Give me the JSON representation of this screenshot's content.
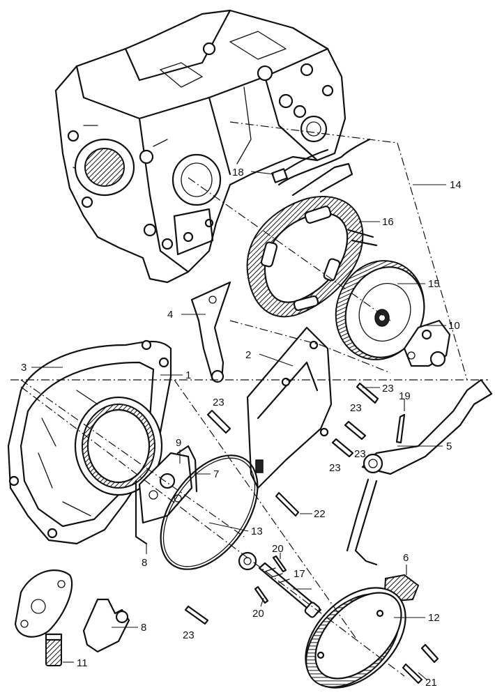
{
  "callouts": [
    {
      "id": "c1",
      "text": "1"
    },
    {
      "id": "c2",
      "text": "2"
    },
    {
      "id": "c3",
      "text": "3"
    },
    {
      "id": "c4",
      "text": "4"
    },
    {
      "id": "c5",
      "text": "5"
    },
    {
      "id": "c6",
      "text": "6"
    },
    {
      "id": "c7",
      "text": "7"
    },
    {
      "id": "c8a",
      "text": "8"
    },
    {
      "id": "c8b",
      "text": "8"
    },
    {
      "id": "c9",
      "text": "9"
    },
    {
      "id": "c10",
      "text": "10"
    },
    {
      "id": "c11",
      "text": "11"
    },
    {
      "id": "c12",
      "text": "12"
    },
    {
      "id": "c13",
      "text": "13"
    },
    {
      "id": "c14",
      "text": "14"
    },
    {
      "id": "c15",
      "text": "15"
    },
    {
      "id": "c16",
      "text": "16"
    },
    {
      "id": "c17",
      "text": "17"
    },
    {
      "id": "c18",
      "text": "18"
    },
    {
      "id": "c19",
      "text": "19"
    },
    {
      "id": "c20a",
      "text": "20"
    },
    {
      "id": "c20b",
      "text": "20"
    },
    {
      "id": "c21",
      "text": "21"
    },
    {
      "id": "c22",
      "text": "22"
    },
    {
      "id": "c23a",
      "text": "23"
    },
    {
      "id": "c23b",
      "text": "23"
    },
    {
      "id": "c23c",
      "text": "23"
    },
    {
      "id": "c23d",
      "text": "23"
    },
    {
      "id": "c23e",
      "text": "23"
    },
    {
      "id": "c23f",
      "text": "23"
    }
  ]
}
